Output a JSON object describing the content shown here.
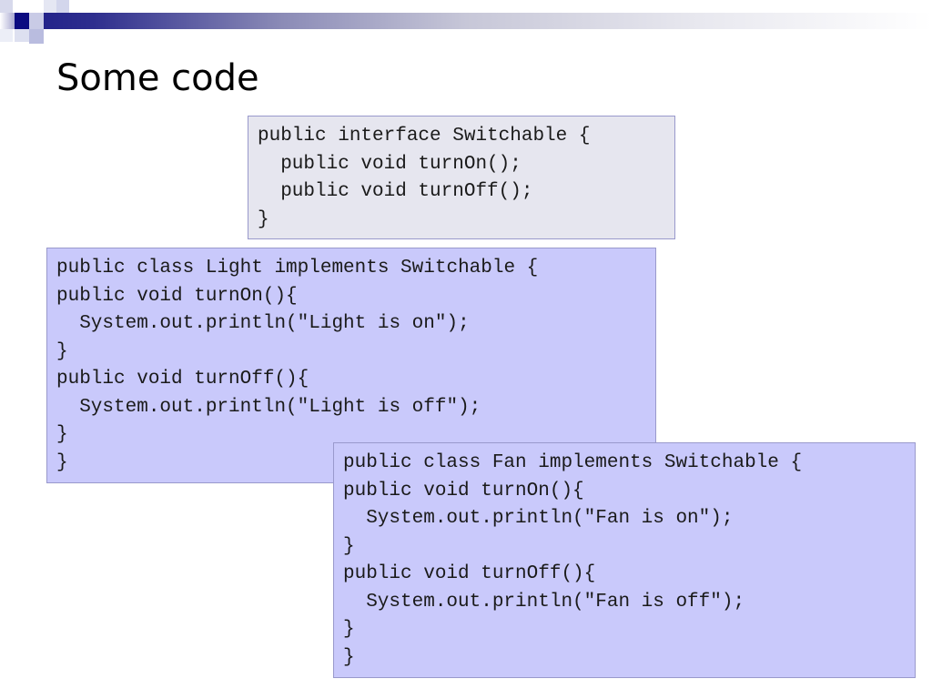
{
  "slide": {
    "title": "Some code"
  },
  "colors": {
    "accent": "#0b0b80",
    "interface_box_bg": "#e6e6ef",
    "class_box_bg": "#c9c9fb",
    "box_border": "#9999cc"
  },
  "code_blocks": {
    "interface": {
      "lines": [
        "public interface Switchable {",
        "  public void turnOn();",
        "  public void turnOff();",
        "}"
      ]
    },
    "light": {
      "lines": [
        "public class Light implements Switchable {",
        "public void turnOn(){",
        "  System.out.println(\"Light is on\");",
        "}",
        "public void turnOff(){",
        "  System.out.println(\"Light is off\");",
        "}",
        "}"
      ]
    },
    "fan": {
      "lines": [
        "public class Fan implements Switchable {",
        "public void turnOn(){",
        "  System.out.println(\"Fan is on\");",
        "}",
        "public void turnOff(){",
        "  System.out.println(\"Fan is off\");",
        "}",
        "}"
      ]
    }
  }
}
